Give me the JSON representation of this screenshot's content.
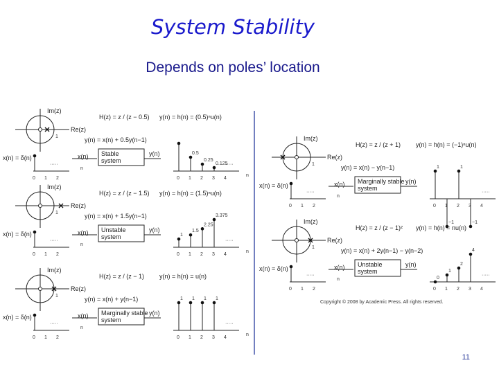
{
  "slide": {
    "title": "System Stability",
    "subtitle": "Depends on poles’ location",
    "page_number": "11"
  },
  "copyright": "Copyright © 2008 by Academic Press. All rights reserved.",
  "axis": {
    "re": "Re(z)",
    "im": "Im(z)",
    "n": "n",
    "one": "1"
  },
  "cases": [
    {
      "transfer": "H(z) = z / (z − 0.5)",
      "difference": "y(n) = x(n) + 0.5y(n−1)",
      "impulse_response": "y(n) = h(n) = (0.5)ⁿu(n)",
      "system": "Stable system",
      "input": "x(n) = δ(n)",
      "x_label": "x(n)",
      "y_label": "y(n)",
      "pole": "0.5",
      "samples": [
        1,
        0.5,
        0.25,
        0.125
      ],
      "sample_labels": [
        "",
        "0.5",
        "0.25",
        "0.125"
      ],
      "continue": "·····"
    },
    {
      "transfer": "H(z) = z / (z − 1.5)",
      "difference": "y(n) = x(n) + 1.5y(n−1)",
      "impulse_response": "y(n) = h(n) = (1.5)ⁿu(n)",
      "system": "Unstable system",
      "input": "x(n) = δ(n)",
      "x_label": "x(n)",
      "y_label": "y(n)",
      "pole": "1.5",
      "samples": [
        1,
        1.5,
        2.25,
        3.375
      ],
      "sample_labels": [
        "1",
        "1.5",
        "2.25",
        "3.375"
      ],
      "continue": "·····"
    },
    {
      "transfer": "H(z) = z / (z − 1)",
      "difference": "y(n) = x(n) + y(n−1)",
      "impulse_response": "y(n) = h(n) = u(n)",
      "system": "Marginally stable system",
      "input": "x(n) = δ(n)",
      "x_label": "x(n)",
      "y_label": "y(n)",
      "pole": "1",
      "samples": [
        1,
        1,
        1,
        1
      ],
      "sample_labels": [
        "1",
        "1",
        "1",
        "1"
      ],
      "continue": "·····"
    },
    {
      "transfer": "H(z) = z / (z + 1)",
      "difference": "y(n) = x(n) − y(n−1)",
      "impulse_response": "y(n) = h(n) = (−1)ⁿu(n)",
      "system": "Marginally stable system",
      "input": "x(n) = δ(n)",
      "x_label": "x(n)",
      "y_label": "y(n)",
      "pole": "−1",
      "samples": [
        1,
        -1,
        1,
        -1
      ],
      "sample_labels": [
        "1",
        "−1",
        "1",
        "−1"
      ],
      "continue": "·····"
    },
    {
      "transfer": "H(z) = z / (z − 1)²",
      "difference": "y(n) = x(n) + 2y(n−1) − y(n−2)",
      "impulse_response": "y(n) = h(n) = nu(n)",
      "system": "Unstable system",
      "input": "x(n) = δ(n)",
      "x_label": "x(n)",
      "y_label": "y(n)",
      "pole": "1 (double)",
      "samples": [
        0,
        1,
        2,
        4
      ],
      "sample_labels": [
        "0",
        "1",
        "2",
        "4"
      ],
      "continue": "·····"
    }
  ],
  "tick_labels": [
    "0",
    "1",
    "2",
    "3",
    "4"
  ]
}
